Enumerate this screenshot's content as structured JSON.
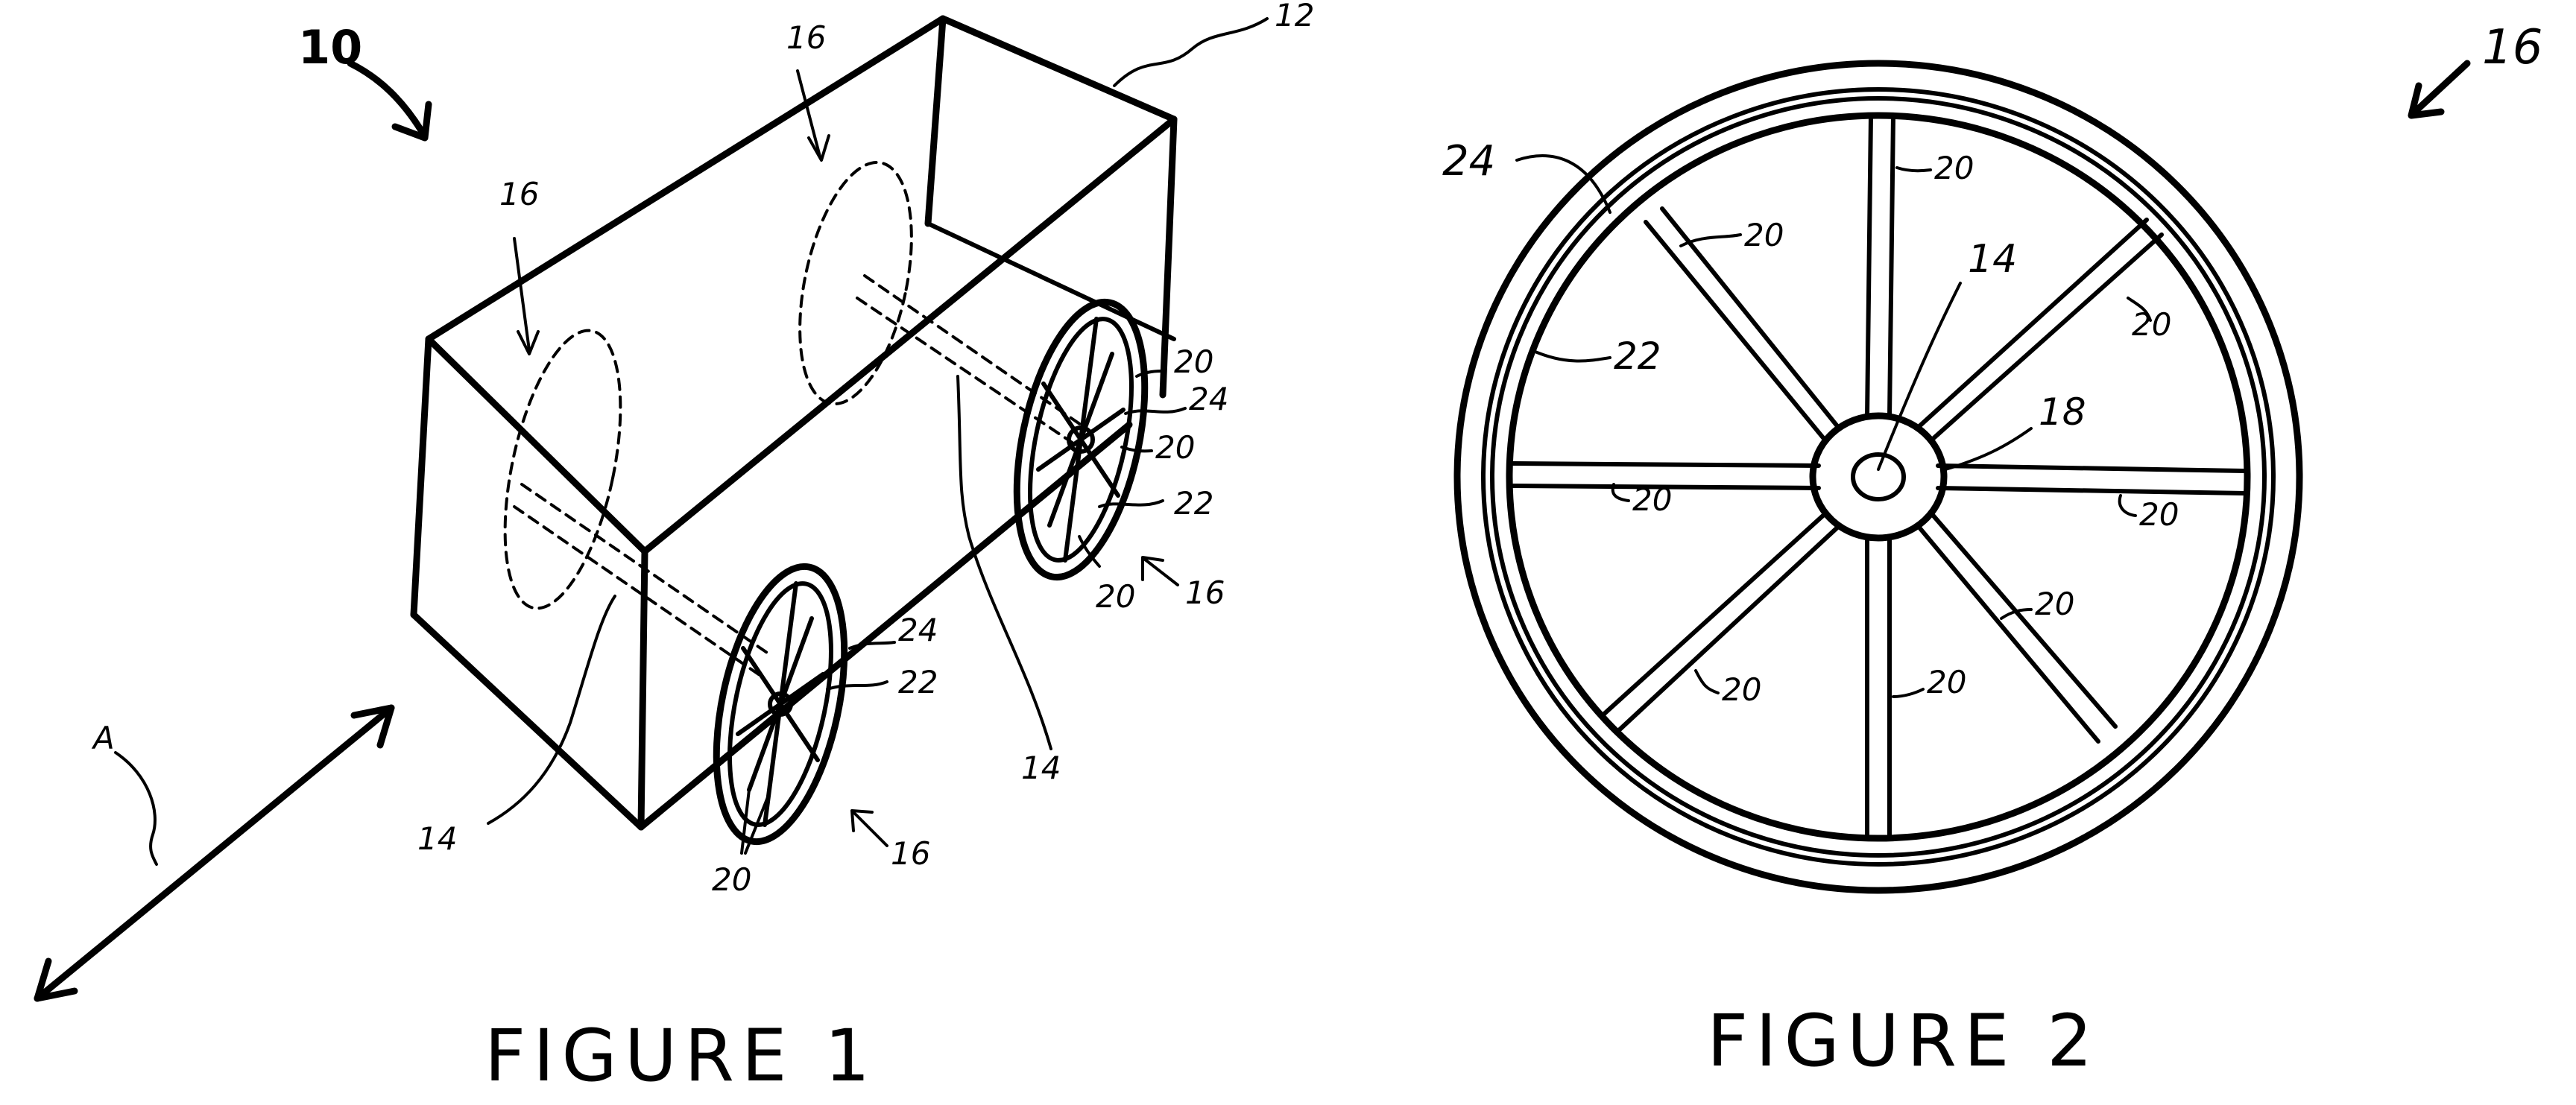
{
  "figure1": {
    "caption": "FIGURE 1",
    "labels": {
      "assembly": "10",
      "cart_body": "12",
      "axle_front": "14",
      "axle_rear": "14",
      "wheel_hidden_front": "16",
      "wheel_hidden_rear": "16",
      "wheel_front": "16",
      "wheel_rear": "16",
      "spokes_front": "20",
      "spoke_rear_a": "20",
      "spoke_rear_b": "20",
      "spoke_rear_c": "20",
      "rim_front": "22",
      "rim_rear": "22",
      "tire_front": "24",
      "tire_rear": "24",
      "direction": "A"
    }
  },
  "figure2": {
    "caption": "FIGURE 2",
    "labels": {
      "wheel": "16",
      "axle": "14",
      "hub": "18",
      "rim": "22",
      "tire": "24",
      "spoke_top": "20",
      "spoke_top_left": "20",
      "spoke_top_right": "20",
      "spoke_left": "20",
      "spoke_right": "20",
      "spoke_bottom_left": "20",
      "spoke_bottom": "20",
      "spoke_bottom_right": "20"
    }
  }
}
